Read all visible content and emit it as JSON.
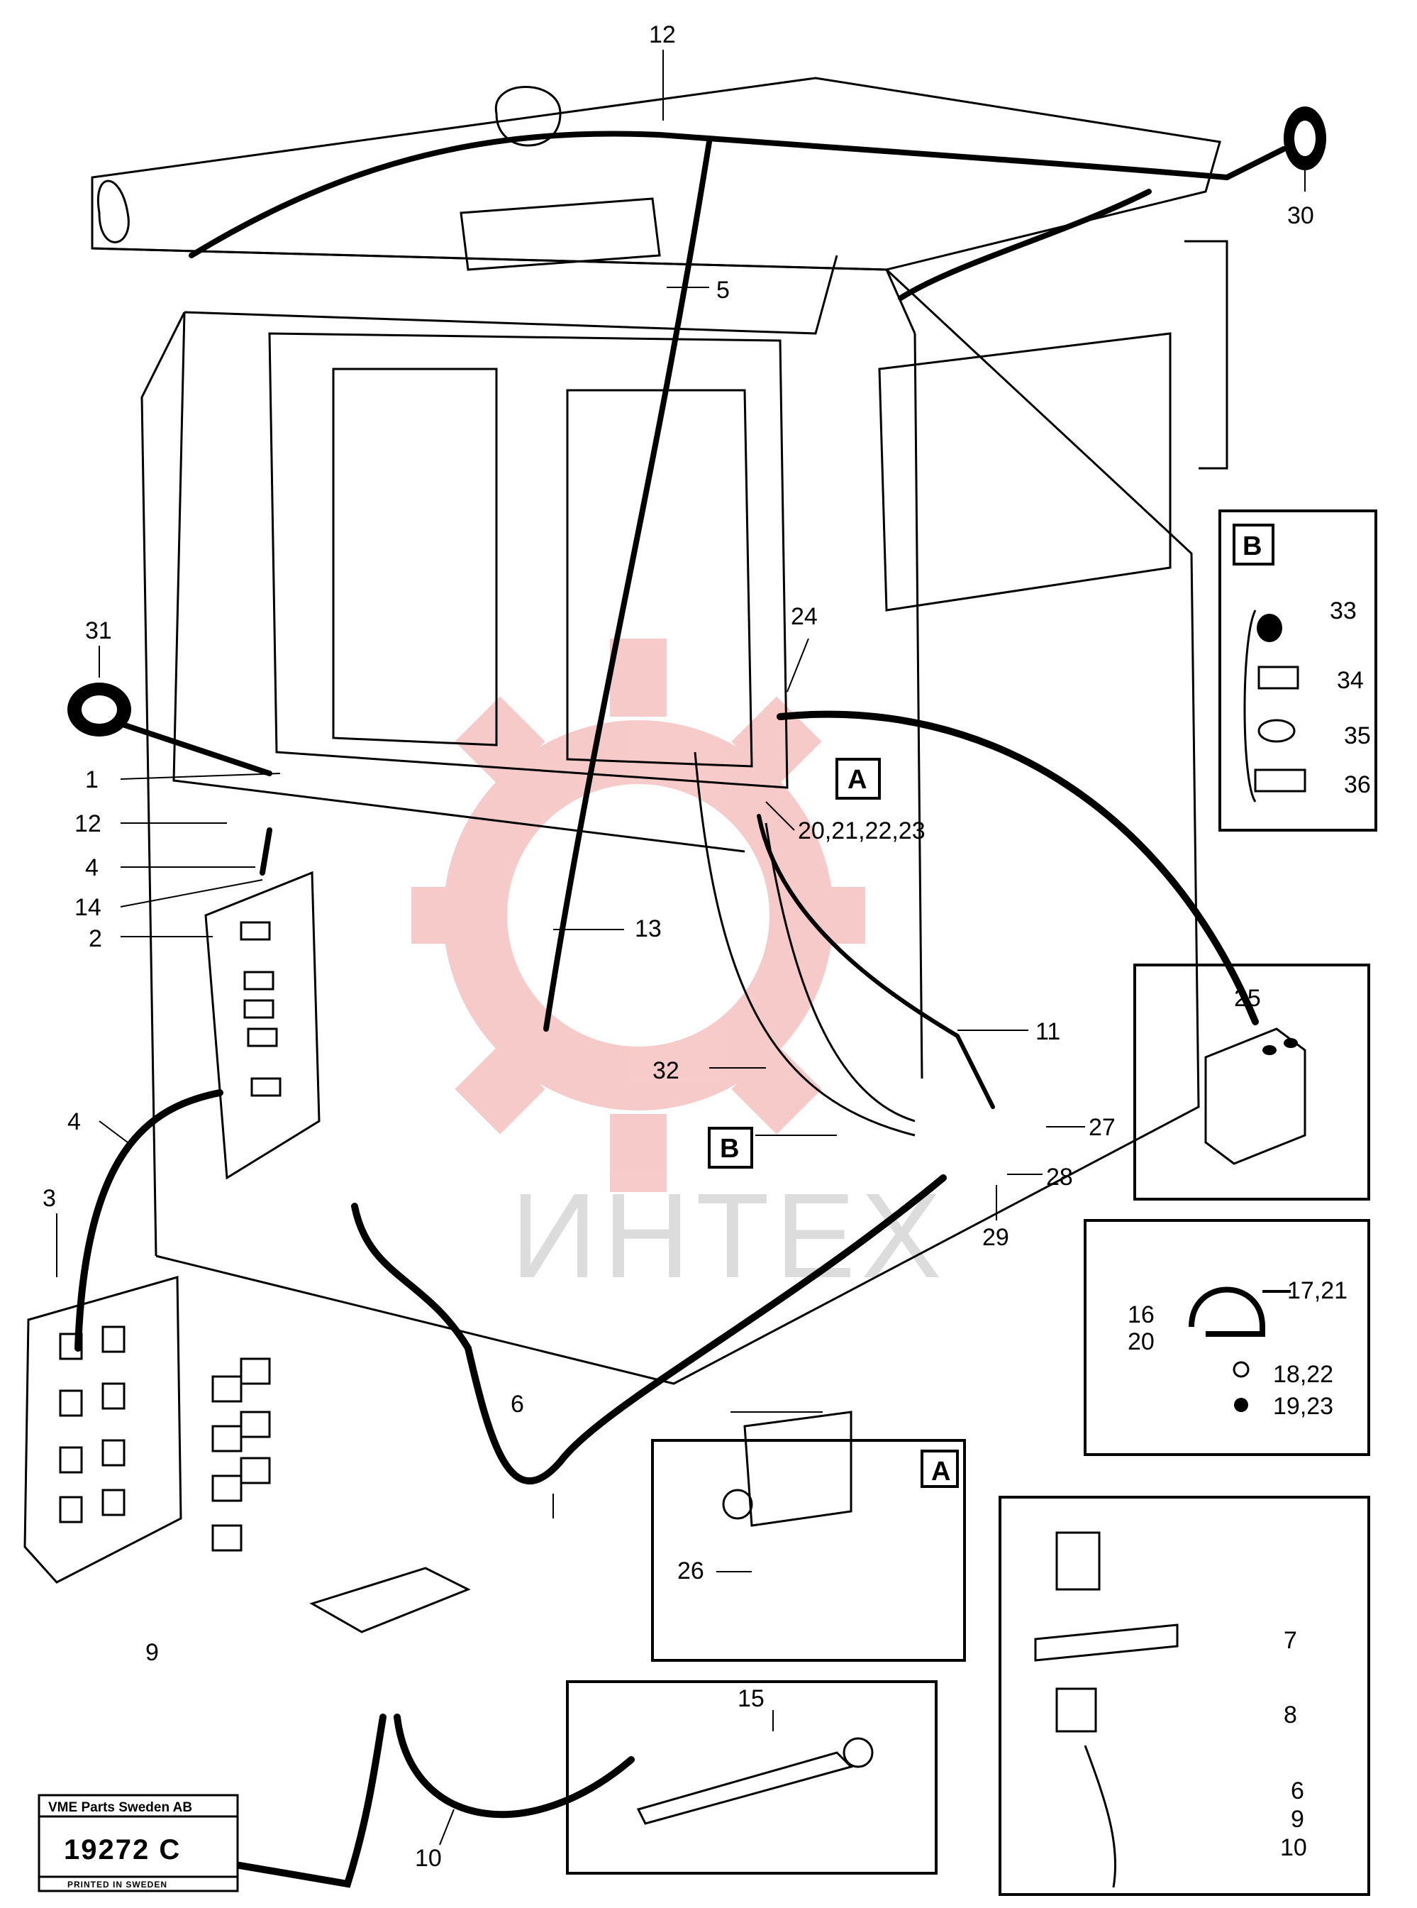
{
  "watermark": {
    "text": "ИНТЕХ"
  },
  "detail_boxes": {
    "A": {
      "label": "A"
    },
    "B": {
      "label": "B"
    }
  },
  "callouts": {
    "c12_top": "12",
    "c5": "5",
    "c30": "30",
    "c31": "31",
    "c1": "1",
    "c12_left": "12",
    "c4_upper": "4",
    "c14": "14",
    "c2": "2",
    "c24": "24",
    "c20_23": "20,21,22,23",
    "c13": "13",
    "c11": "11",
    "c32": "32",
    "c4_lower": "4",
    "c3": "3",
    "c27": "27",
    "c28": "28",
    "c29": "29",
    "c6_main": "6",
    "c9_main": "9",
    "c10_main": "10",
    "c33": "33",
    "c34": "34",
    "c35": "35",
    "c36": "36",
    "c25": "25",
    "c16": "16",
    "c20": "20",
    "c17_21": "17,21",
    "c18_22": "18,22",
    "c19_23": "19,23",
    "c26": "26",
    "c15": "15",
    "c7": "7",
    "c8": "8",
    "c6_detail": "6",
    "c9_detail": "9",
    "c10_detail": "10"
  },
  "markers": {
    "A": "A",
    "B": "B"
  },
  "stamp": {
    "company": "VME Parts Sweden AB",
    "number": "19272 C",
    "printed": "PRINTED IN SWEDEN"
  }
}
